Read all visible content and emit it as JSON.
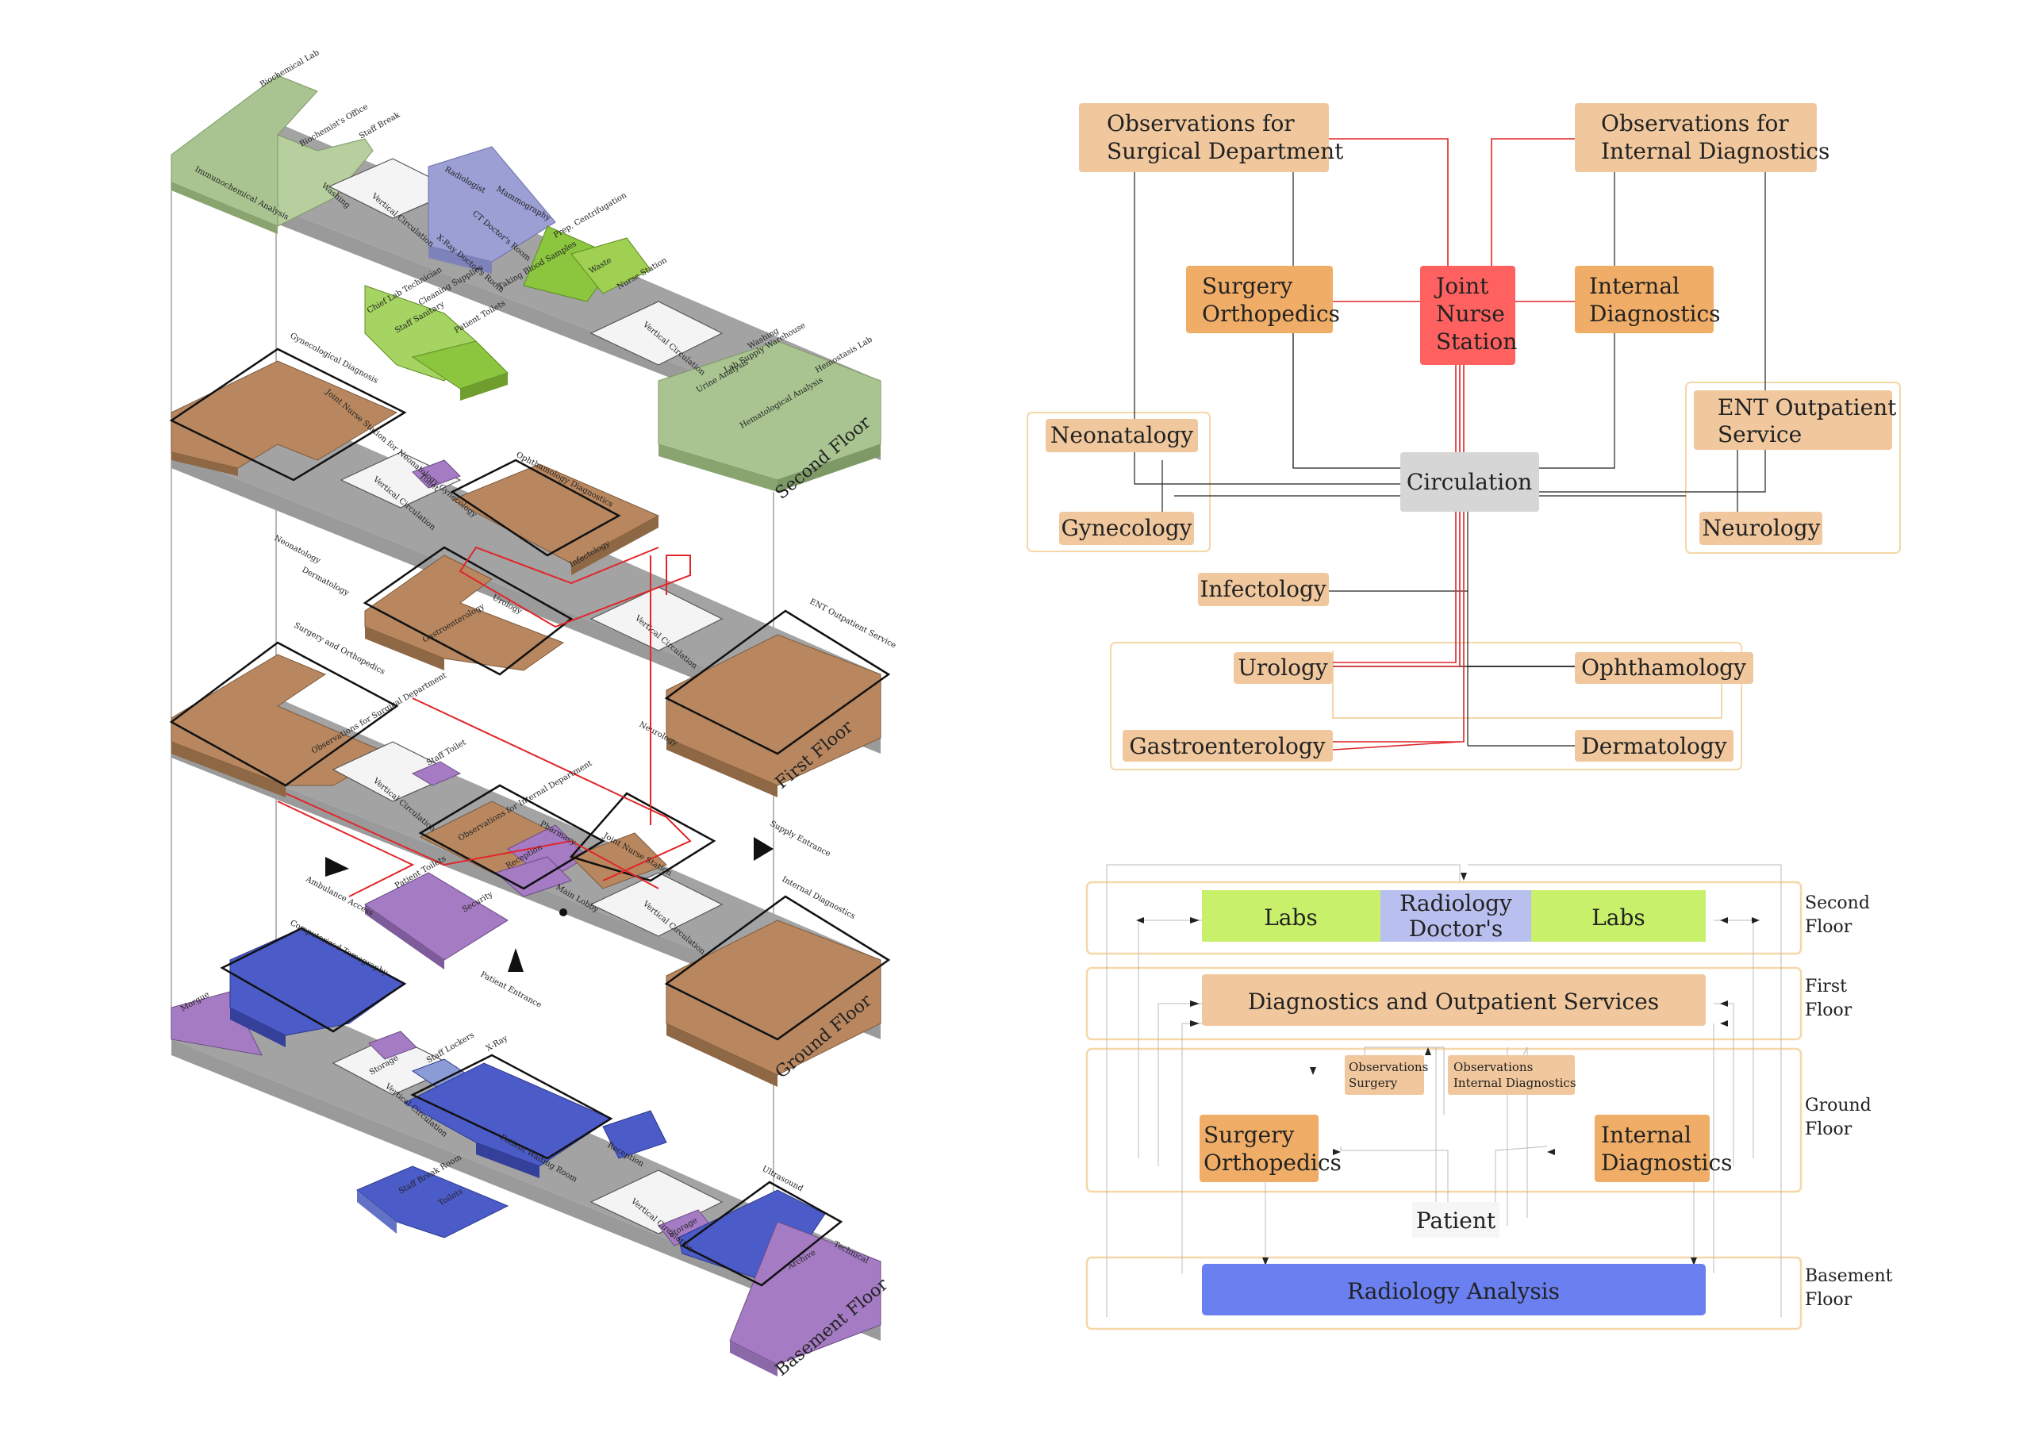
{
  "axonometric": {
    "floor_labels": [
      "Second Floor",
      "First Floor",
      "Ground Floor",
      "Basement Floor"
    ],
    "second_floor": {
      "rooms": [
        "Biochemical Lab",
        "Biochemist's Office",
        "Staff Break",
        "Immunochemical Analysis",
        "Washing",
        "Vertical Circulation",
        "Radiologist",
        "Mammography",
        "CT Doctor's Room",
        "X-Ray Doctor's Room",
        "Prep. Centrifugation",
        "Taking Blood Samples",
        "Waste",
        "Nurse Station",
        "Chief Lab Technician",
        "Cleaning Supplies",
        "Staff Sanitary",
        "Patient Toilets",
        "Vertical Circulation",
        "Washing",
        "Lab Supply Warehouse",
        "Urine Analysis",
        "Hemostasis Lab",
        "Hematological Analysis"
      ]
    },
    "first_floor": {
      "rooms": [
        "Gynecological Diagnosis",
        "Joint Nurse Station for Neonatology Gynecology",
        "Vertical Circulation",
        "Toilet",
        "Ophthamology Diagnostics",
        "Neonatology",
        "Dermatology",
        "Infectology",
        "Urology",
        "Gastroenterology",
        "Vertical Circulation",
        "ENT Outpatient Service",
        "Neurology"
      ]
    },
    "ground_floor": {
      "rooms": [
        "Surgery and Orthopedics",
        "Observations for Surgical Department",
        "Vertical Circulation",
        "Staff Toilet",
        "Observations for Internal Department",
        "Pharmacy",
        "Joint Nurse Station",
        "Reception",
        "Patient Toilets",
        "Security",
        "Main Lobby",
        "Vertical Circulation",
        "Internal Diagnostics"
      ],
      "markers": [
        "Ambulance Access",
        "Patient Entrance",
        "Supply Entrance"
      ]
    },
    "basement_floor": {
      "rooms": [
        "Computerized Tomography",
        "Morgue",
        "Storage",
        "Vertical Circulation",
        "Staff Lockers",
        "X-Ray",
        "Patient Waiting Room",
        "Reception",
        "Staff Break Room",
        "Toilets",
        "Vertical Circulation",
        "Storage",
        "Ultrasound",
        "Archive",
        "Technical"
      ]
    }
  },
  "network": {
    "nodes": {
      "obs_surgical": "Observations for Surgical Department",
      "obs_internal": "Observations for Internal Diagnostics",
      "surgery": "Surgery Orthopedics",
      "joint_nurse": "Joint Nurse Station",
      "internal": "Internal Diagnostics",
      "neonatology": "Neonatalogy",
      "gynecology": "Gynecology",
      "circulation": "Circulation",
      "ent": "ENT Outpatient Service",
      "neurology": "Neurology",
      "infectology": "Infectology",
      "urology": "Urology",
      "ophthamology": "Ophthamology",
      "gastro": "Gastroenterology",
      "dermatology": "Dermatology"
    }
  },
  "flow": {
    "labs_left": "Labs",
    "radiology_doctors": "Radiology Doctor's",
    "labs_right": "Labs",
    "diagnostics": "Diagnostics and Outpatient Services",
    "obs_surgery": "Observations Surgery",
    "obs_internal": "Observations Internal Diagnostics",
    "surgery": "Surgery Orthopedics",
    "internal": "Internal Diagnostics",
    "patient": "Patient",
    "radiology_analysis": "Radiology Analysis",
    "floors": [
      "Second Floor",
      "First Floor",
      "Ground Floor",
      "Basement Floor"
    ]
  },
  "colors": {
    "lab_green": "#a9c490",
    "lab_bright": "#8cc63f",
    "radiology_purple": "#9b9fd4",
    "consult_brown": "#b8875f",
    "nurse_red": "#ff6161",
    "circulation_grey": "#d6d6d6",
    "light_peach": "#f1c89e",
    "orange": "#f0ad67",
    "basement_blue": "#4b5bc8",
    "violet": "#a57bc3",
    "labs_lime": "#c8f06a",
    "radiology_lilac": "#b9c0ef",
    "analysis_blue": "#6a7ff0",
    "outline_orange": "#f5d7a8"
  }
}
